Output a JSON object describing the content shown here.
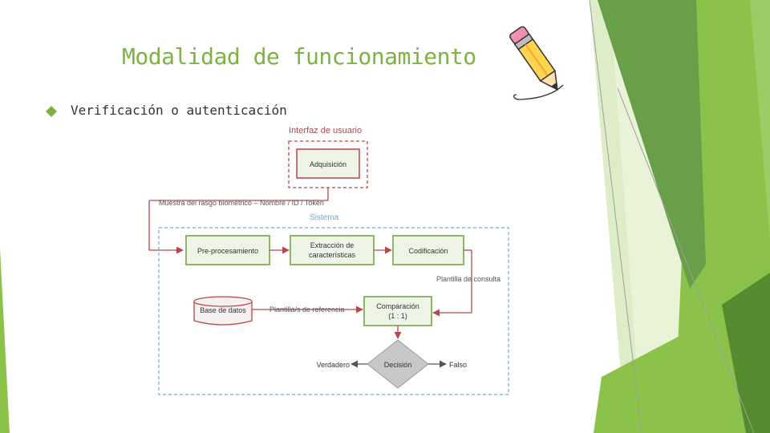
{
  "slide": {
    "title": "Modalidad de funcionamiento",
    "bullet": "Verificación o autenticación"
  },
  "diagram": {
    "ui_group_label": "Interfaz de usuario",
    "acquisition": "Adquisición",
    "input_label": "Muestra del rasgo biométrico – Nombre / ID / Token",
    "system_label": "Sistema",
    "preprocessing": "Pre-procesamiento",
    "extraction_line1": "Extracción de",
    "extraction_line2": "características",
    "coding": "Codificación",
    "query_template": "Plantilla de consulta",
    "database": "Base de datos",
    "reference_templates": "Plantilla/s de referencia",
    "comparison_line1": "Comparación",
    "comparison_line2": "(1 : 1)",
    "decision": "Decisión",
    "true_label": "Verdadero",
    "false_label": "Falso"
  },
  "colors": {
    "accent_green": "#7cb342",
    "box_fill": "#eef4e6",
    "box_border": "#8db86a",
    "ui_red": "#b7474a",
    "system_blue": "#69a9d6",
    "decision_fill": "#c8c8c8"
  },
  "icons": {
    "bullet": "diamond-bullet-icon",
    "pencil": "pencil-icon"
  }
}
